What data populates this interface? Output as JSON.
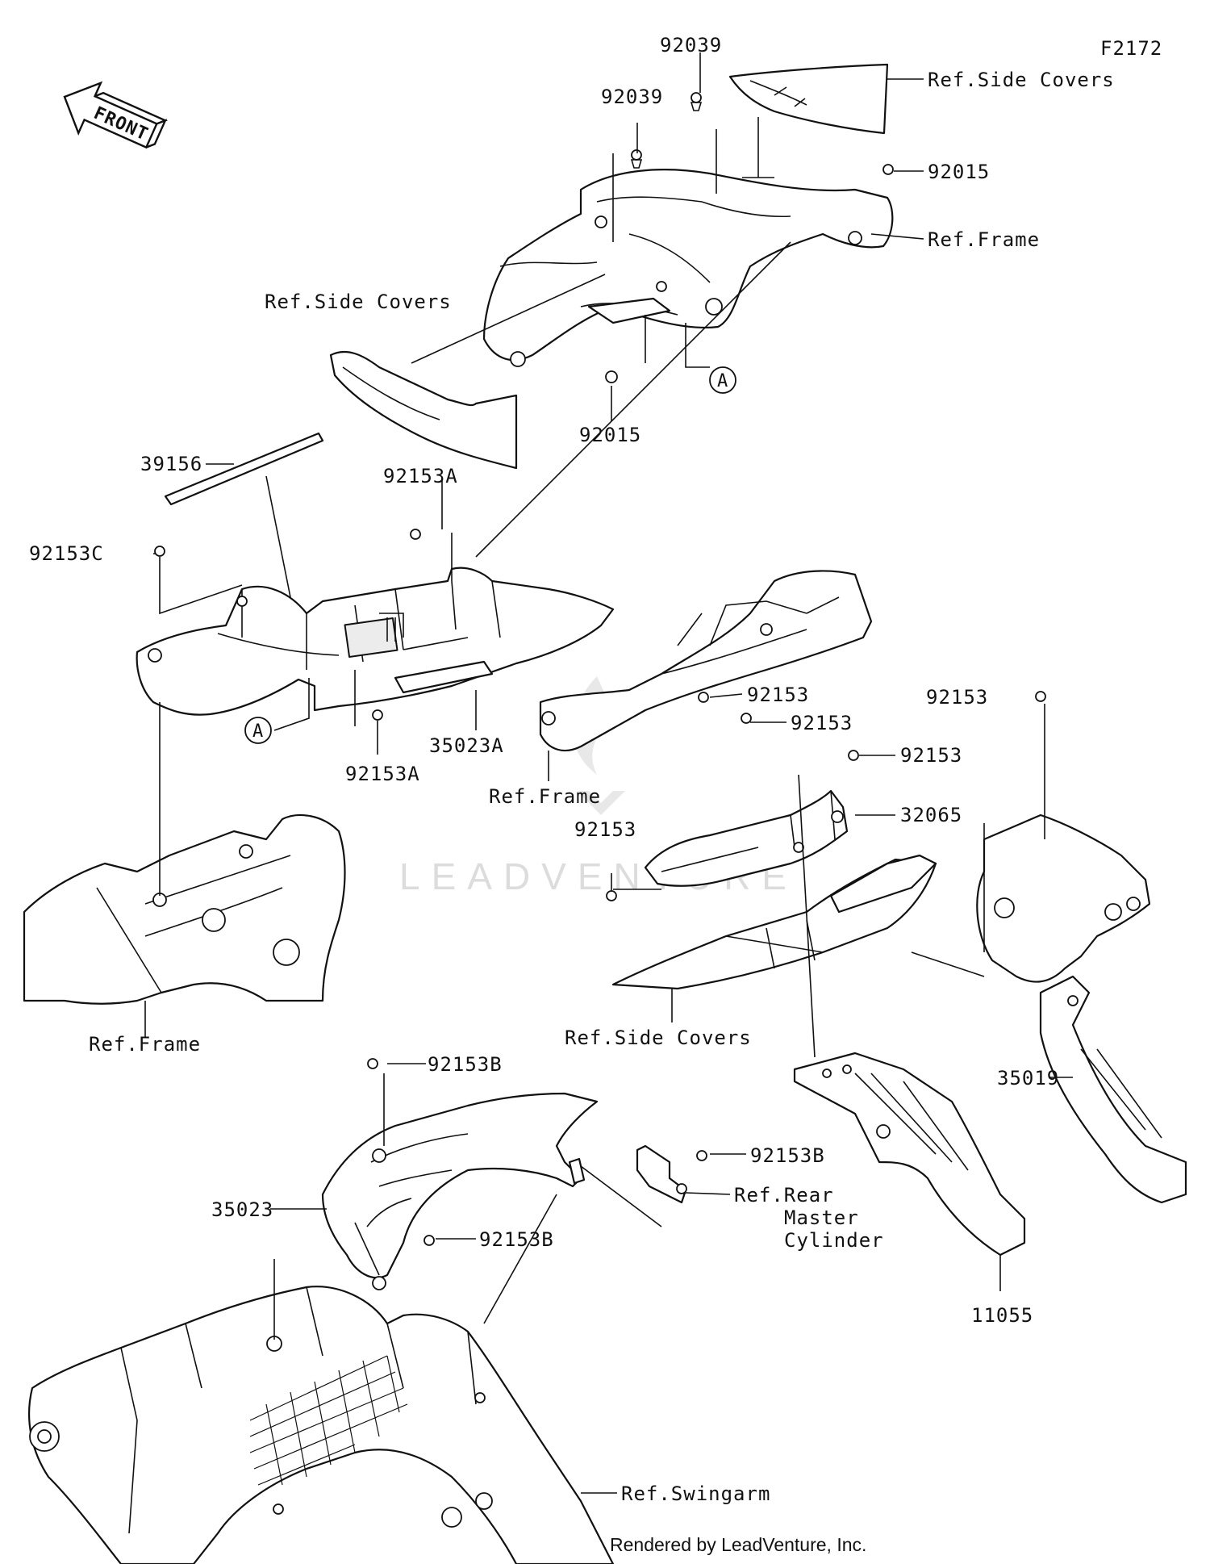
{
  "diagram": {
    "code": "F2172",
    "front_arrow": "FRONT",
    "watermark": "LEADVENTURE",
    "credit": "Rendered by LeadVenture, Inc.",
    "callout_marker": "A",
    "labels": {
      "p92039_top": "92039",
      "p92039_mid": "92039",
      "ref_side_covers_top": "Ref.Side Covers",
      "p92015_right": "92015",
      "ref_frame_top": "Ref.Frame",
      "ref_side_covers_left": "Ref.Side Covers",
      "p92015_bottom": "92015",
      "p39156": "39156",
      "p92153A_top": "92153A",
      "p92153C": "92153C",
      "p35023A": "35023A",
      "p92153A_bottom": "92153A",
      "ref_frame_mid": "Ref.Frame",
      "p92153_a": "92153",
      "p92153_b": "92153",
      "p92153_c": "92153",
      "p92153_d": "92153",
      "p92153_e": "92153",
      "p32065": "32065",
      "ref_frame_bottom": "Ref.Frame",
      "ref_side_covers_bottom": "Ref.Side Covers",
      "p35019": "35019",
      "p92153B_top": "92153B",
      "p92153B_right": "92153B",
      "p92153B_mid": "92153B",
      "p35023": "35023",
      "ref_rear_master_1": "Ref.Rear",
      "ref_rear_master_2": "Master",
      "ref_rear_master_3": "Cylinder",
      "p11055": "11055",
      "ref_swingarm": "Ref.Swingarm"
    }
  }
}
